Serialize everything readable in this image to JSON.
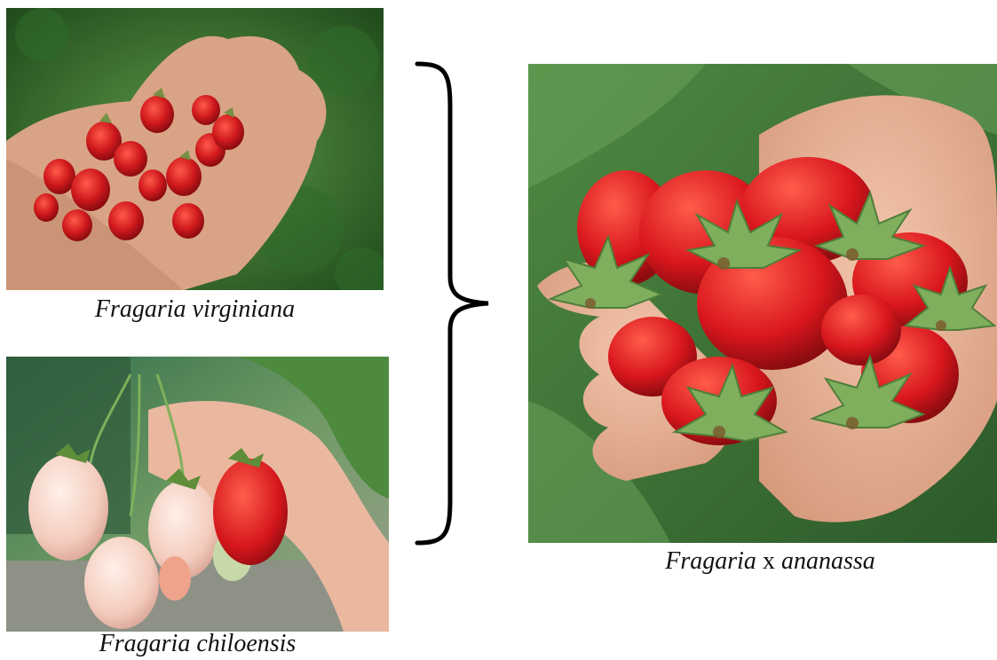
{
  "figure": {
    "left_top": {
      "genus": "Fragaria",
      "epithet": "virginiana"
    },
    "left_bottom": {
      "genus": "Fragaria",
      "epithet": "chiloensis"
    },
    "right": {
      "genus": "Fragaria",
      "cross": "x",
      "epithet": "ananassa"
    }
  },
  "colors": {
    "berry_red": "#c8161d",
    "berry_white": "#f6d6cc",
    "leaf_green": "#3f7a34",
    "skin": "#e9b59b",
    "brace": "#000000"
  }
}
